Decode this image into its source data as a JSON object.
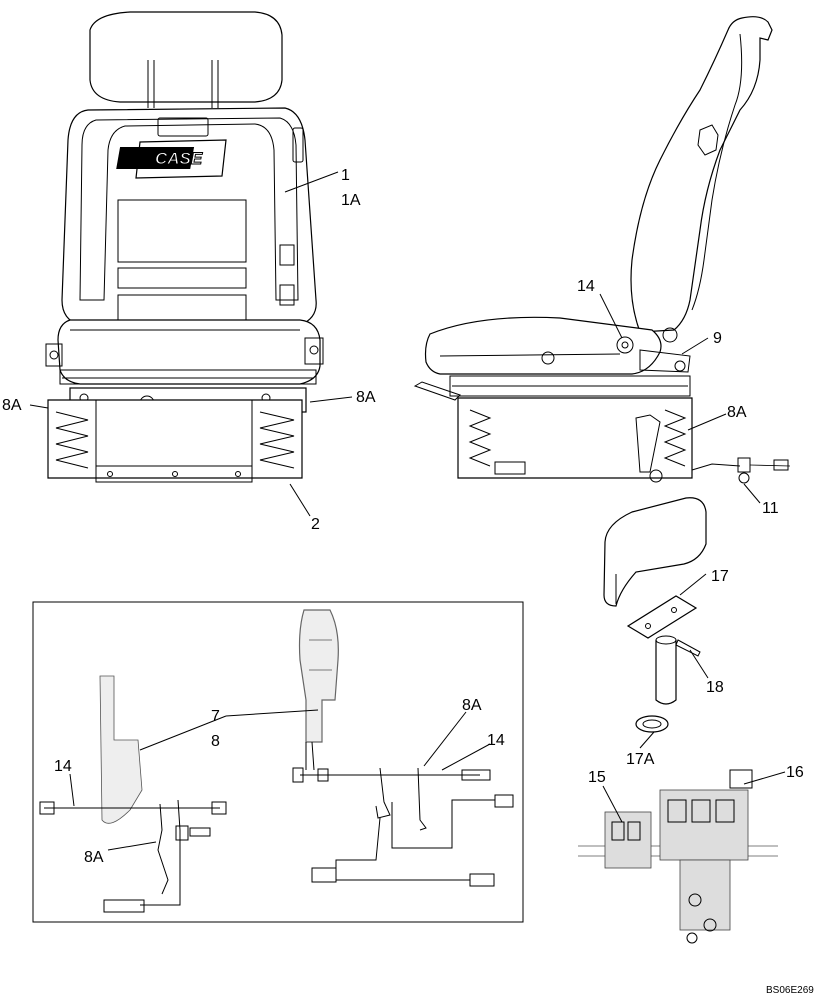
{
  "logo": {
    "text": "CASE"
  },
  "labels": {
    "front_1": "1",
    "front_1a": "1A",
    "front_8a_left": "8A",
    "front_8a_right": "8A",
    "front_2": "2",
    "side_14": "14",
    "side_9": "9",
    "side_8a": "8A",
    "side_11": "11",
    "arm_17": "17",
    "arm_18": "18",
    "arm_17a": "17A",
    "valve_15": "15",
    "valve_16": "16",
    "inset_7": "7",
    "inset_8": "8",
    "inset_8a_top": "8A",
    "inset_14_right": "14",
    "inset_14_left": "14",
    "inset_8a_bottom": "8A"
  },
  "drawing_id": "BS06E269"
}
